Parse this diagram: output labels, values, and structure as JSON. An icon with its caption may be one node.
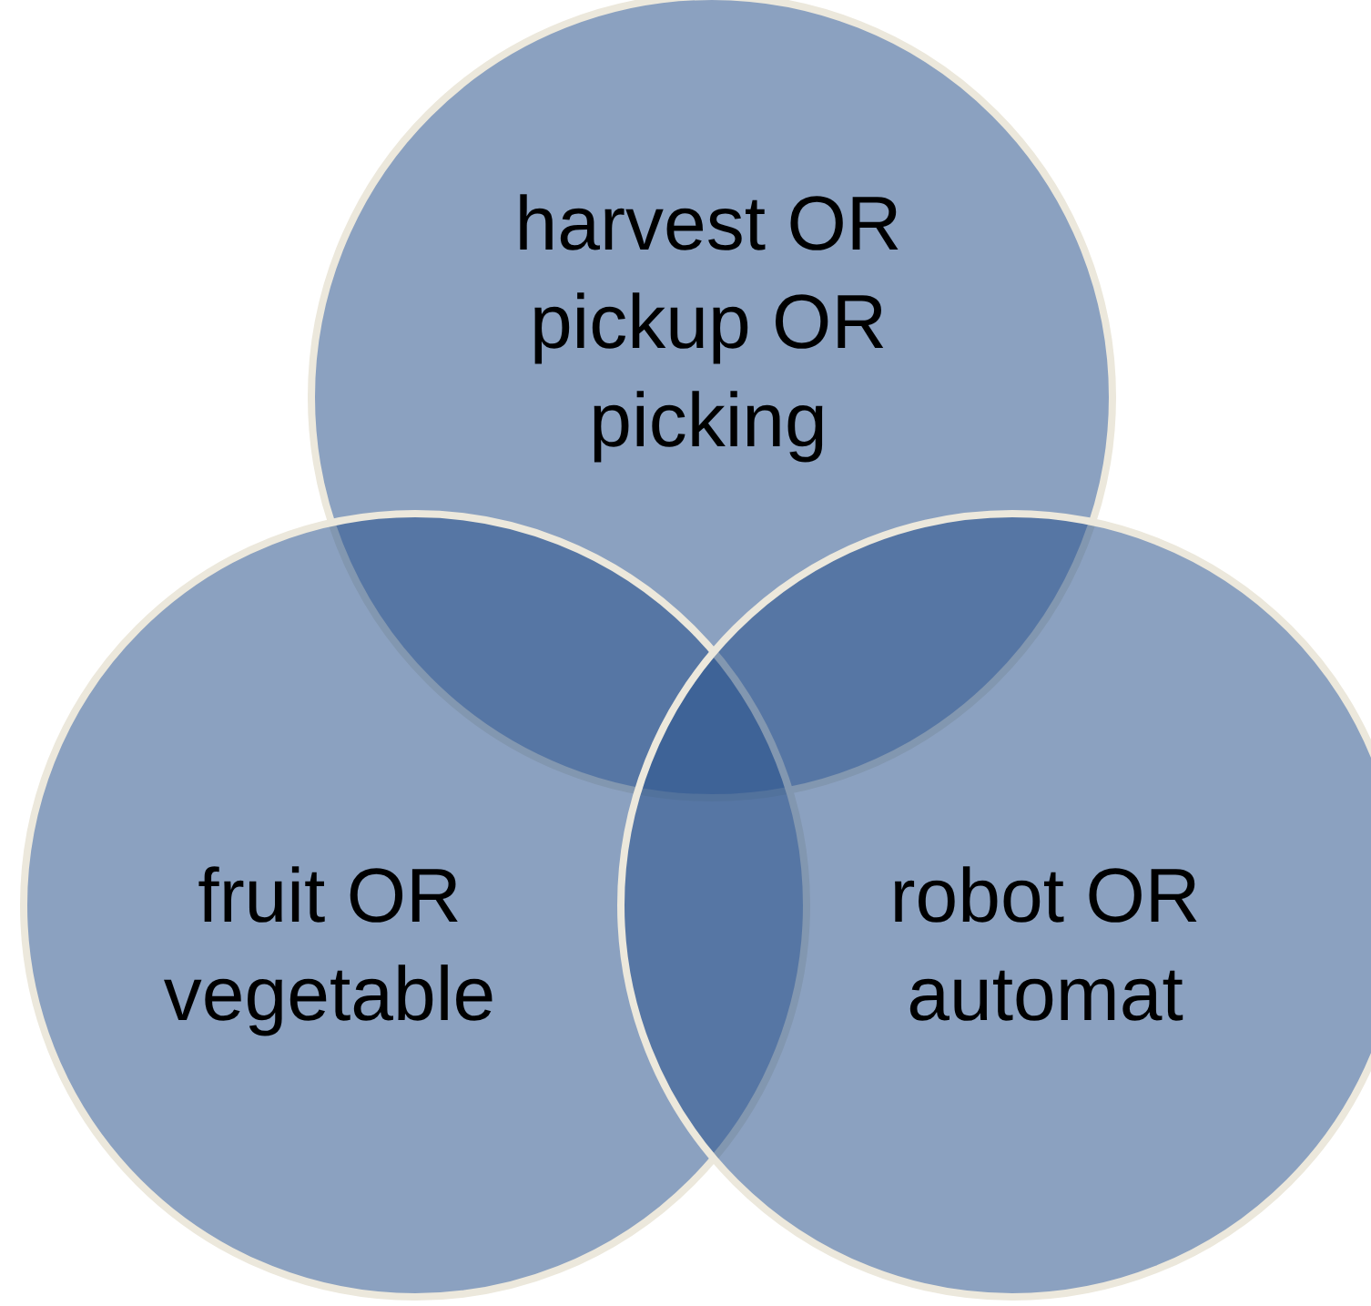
{
  "diagram": {
    "nodes": [
      {
        "text": [
          "harvest OR pickup OR picking"
        ]
      },
      {
        "text": [
          "fruit OR vegetable"
        ]
      },
      {
        "text": [
          "robot OR automat"
        ]
      }
    ]
  }
}
